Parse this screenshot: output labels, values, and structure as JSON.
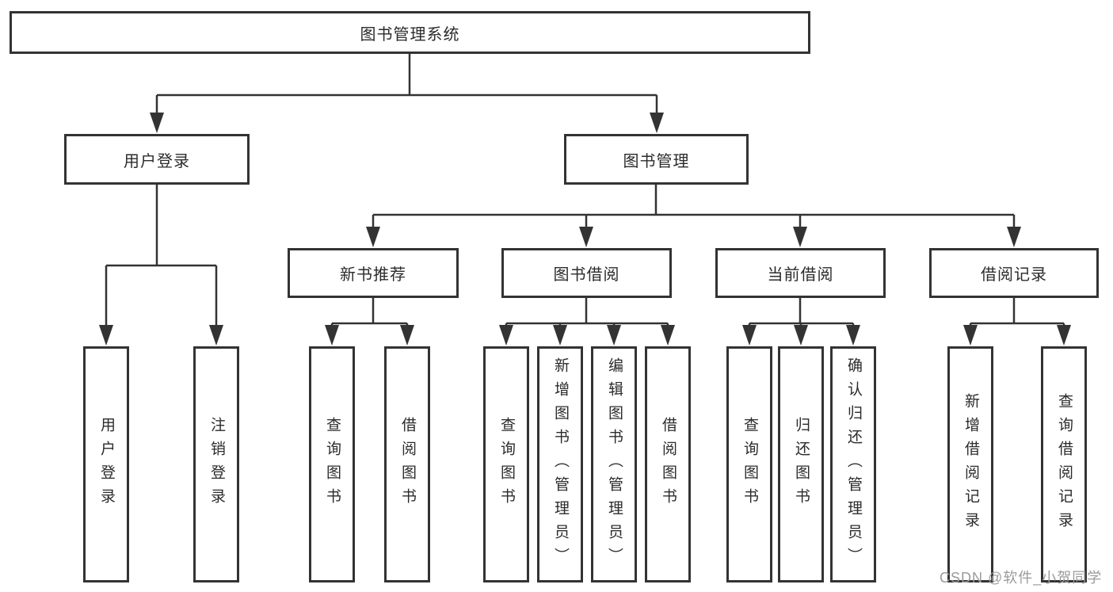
{
  "diagram": {
    "title_node": {
      "label": "图书管理系统"
    },
    "level1": [
      {
        "label": "用户登录"
      },
      {
        "label": "图书管理"
      }
    ],
    "level2": [
      {
        "label": "新书推荐"
      },
      {
        "label": "图书借阅"
      },
      {
        "label": "当前借阅"
      },
      {
        "label": "借阅记录"
      }
    ],
    "leaves": [
      {
        "label": "用户登录",
        "parent": "用户登录"
      },
      {
        "label": "注销登录",
        "parent": "用户登录"
      },
      {
        "label": "查询图书",
        "parent": "新书推荐"
      },
      {
        "label": "借阅图书",
        "parent": "新书推荐"
      },
      {
        "label": "查询图书",
        "parent": "图书借阅"
      },
      {
        "label": "新增图书（管理员）",
        "parent": "图书借阅"
      },
      {
        "label": "编辑图书（管理员）",
        "parent": "图书借阅"
      },
      {
        "label": "借阅图书",
        "parent": "图书借阅"
      },
      {
        "label": "查询图书",
        "parent": "当前借阅"
      },
      {
        "label": "归还图书",
        "parent": "当前借阅"
      },
      {
        "label": "确认归还（管理员）",
        "parent": "当前借阅"
      },
      {
        "label": "新增借阅记录",
        "parent": "借阅记录"
      },
      {
        "label": "查询借阅记录",
        "parent": "借阅记录"
      }
    ]
  },
  "watermark": {
    "text": "CSDN @软件_小贺同学"
  },
  "colors": {
    "line": "#333333",
    "box_border": "#333333",
    "text": "#2b2b2b",
    "watermark": "#9b9b9b",
    "background": "#ffffff"
  }
}
